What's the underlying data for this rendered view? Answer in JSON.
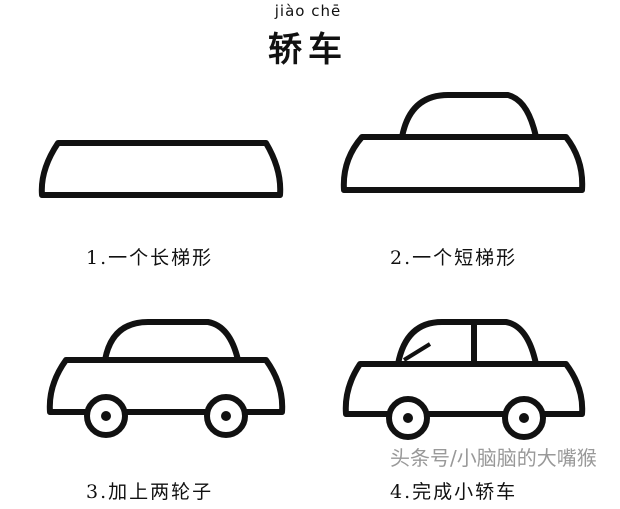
{
  "header": {
    "pinyin": "jiào chē",
    "title": "轿车"
  },
  "steps": [
    {
      "caption": "1.一个长梯形"
    },
    {
      "caption": "2.一个短梯形"
    },
    {
      "caption": "3.加上两轮子"
    },
    {
      "caption": "4.完成小轿车"
    }
  ],
  "watermark": "头条号/小脑脑的大嘴猴"
}
